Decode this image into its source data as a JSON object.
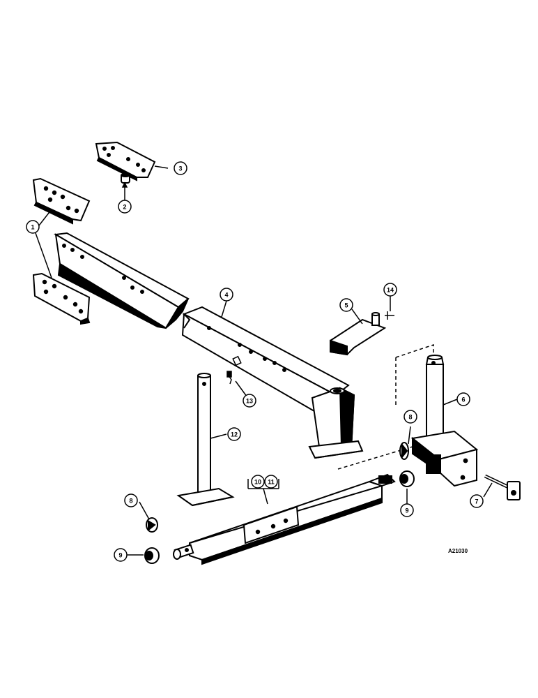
{
  "callouts": {
    "c1": "1",
    "c2": "2",
    "c3": "3",
    "c4": "4",
    "c5": "5",
    "c6": "6",
    "c7": "7",
    "c8a": "8",
    "c8b": "8",
    "c9a": "9",
    "c9b": "9",
    "c10": "10",
    "c11": "11",
    "c12": "12",
    "c13": "13",
    "c14": "14"
  },
  "figure_ref": "A21030"
}
